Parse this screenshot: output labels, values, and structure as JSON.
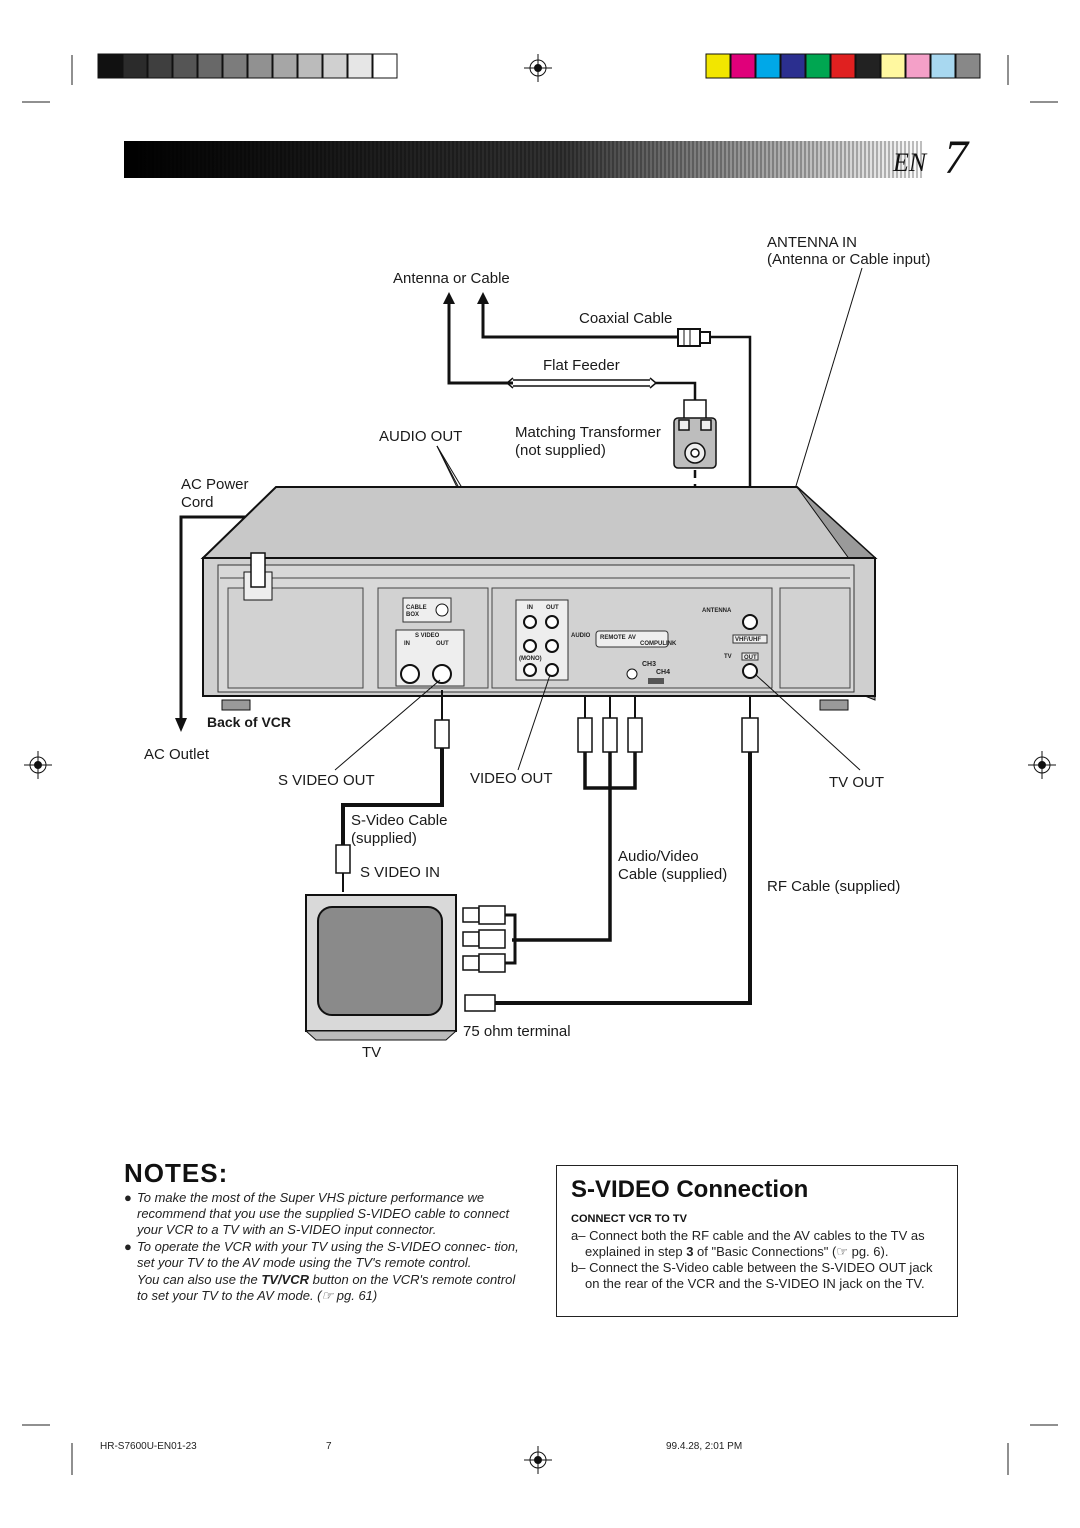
{
  "header": {
    "en_label": "EN",
    "page_number": "7",
    "gray_swatches": [
      "#111111",
      "#2b2b2b",
      "#3f3f3f",
      "#555555",
      "#686868",
      "#7c7c7c",
      "#919191",
      "#a6a6a6",
      "#bbbbbb",
      "#d0d0d0",
      "#e6e6e6",
      "#ffffff"
    ],
    "color_swatches": [
      "#f2e600",
      "#e0007a",
      "#00a8e8",
      "#2b2f8f",
      "#00a651",
      "#e02020",
      "#222222",
      "#fff8a0",
      "#f4a0c8",
      "#a8d8f0",
      "#888888"
    ]
  },
  "diagram": {
    "labels": {
      "antenna_in": "ANTENNA IN",
      "antenna_in_sub": "(Antenna or Cable input)",
      "antenna_or_cable": "Antenna or Cable",
      "coaxial_cable": "Coaxial Cable",
      "flat_feeder": "Flat Feeder",
      "audio_out": "AUDIO OUT",
      "matching_transformer": "Matching Transformer",
      "not_supplied": "(not supplied)",
      "ac_power": "AC Power",
      "cord": "Cord",
      "back_of_vcr": "Back of VCR",
      "ac_outlet": "AC Outlet",
      "s_video_out": "S VIDEO OUT",
      "video_out": "VIDEO OUT",
      "tv_out": "TV OUT",
      "s_video_cable": "S-Video Cable",
      "supplied": "(supplied)",
      "s_video_in": "S VIDEO IN",
      "audio_video": "Audio/Video",
      "cable_supplied": "Cable (supplied)",
      "rf_cable": "RF Cable (supplied)",
      "ohm_terminal": "75 ohm terminal",
      "tv": "TV"
    },
    "panel_text": {
      "cable_box": "CABLE BOX",
      "s_video": "S VIDEO",
      "in": "IN",
      "out": "OUT",
      "audio": "AUDIO",
      "remote": "REMOTE",
      "av": "AV",
      "compulink": "COMPULINK",
      "mono": "(MONO)",
      "antenna": "ANTENNA",
      "vhf_uhf": "VHF/UHF",
      "tv": "TV",
      "ch3": "CH3",
      "ch4": "CH4"
    }
  },
  "notes": {
    "title": "NOTES:",
    "items": [
      "To make the most of the Super VHS picture performance we recommend that you use the supplied S-VIDEO cable to connect your VCR to a TV with an S-VIDEO input connector.",
      "To operate the VCR with your TV using the S-VIDEO connec- tion, set your TV to the AV mode using the TV's remote control."
    ],
    "extra_prefix": "You can also use the ",
    "extra_bold": "TV/VCR",
    "extra_suffix": " button on the VCR's remote control to set your TV to the AV mode. (☞ pg. 61)"
  },
  "svideo_box": {
    "title": "S-VIDEO Connection",
    "subtitle": "CONNECT VCR TO TV",
    "item_a_prefix": "a– Connect both the RF cable and the AV cables to the TV as explained in step ",
    "item_a_bold": "3",
    "item_a_suffix": " of \"Basic Connections\" (☞ pg. 6).",
    "item_b": "b– Connect the S-Video cable between the S-VIDEO OUT jack on the rear of the VCR and the S-VIDEO IN jack on the TV."
  },
  "footer": {
    "left": "HR-S7600U-EN01-23",
    "center": "7",
    "right": "99.4.28, 2:01 PM"
  }
}
